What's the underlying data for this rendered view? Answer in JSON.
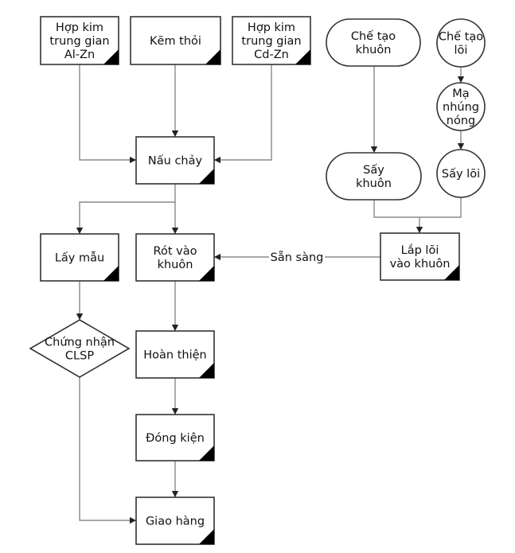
{
  "diagram": {
    "nodes": [
      {
        "id": "hop-kim-al-zn",
        "shape": "process",
        "lines": [
          "Hợp kim",
          "trung gian",
          "Al-Zn"
        ]
      },
      {
        "id": "kem-thoi",
        "shape": "process",
        "lines": [
          "Kẽm thỏi"
        ]
      },
      {
        "id": "hop-kim-cd-zn",
        "shape": "process",
        "lines": [
          "Hợp kim",
          "trung gian",
          "Cd-Zn"
        ]
      },
      {
        "id": "che-tao-khuon",
        "shape": "terminator",
        "lines": [
          "Chế tạo",
          "khuôn"
        ]
      },
      {
        "id": "che-tao-loi",
        "shape": "circle",
        "lines": [
          "Chế tạo",
          "lõi"
        ]
      },
      {
        "id": "ma-nhung-nong",
        "shape": "circle",
        "lines": [
          "Mạ",
          "nhúng",
          "nóng"
        ]
      },
      {
        "id": "nau-chay",
        "shape": "process",
        "lines": [
          "Nấu chảy"
        ]
      },
      {
        "id": "say-khuon",
        "shape": "terminator",
        "lines": [
          "Sấy",
          "khuôn"
        ]
      },
      {
        "id": "say-loi",
        "shape": "circle",
        "lines": [
          "Sấy lõi"
        ]
      },
      {
        "id": "lay-mau",
        "shape": "process",
        "lines": [
          "Lấy mẫu"
        ]
      },
      {
        "id": "rot-vao-khuon",
        "shape": "process",
        "lines": [
          "Rót vào",
          "khuôn"
        ]
      },
      {
        "id": "lap-loi-vao-khuon",
        "shape": "process",
        "lines": [
          "Lắp lõi",
          "vào khuôn"
        ]
      },
      {
        "id": "chung-nhan-clsp",
        "shape": "decision",
        "lines": [
          "Chứng nhận",
          "CLSP"
        ]
      },
      {
        "id": "hoan-thien",
        "shape": "process",
        "lines": [
          "Hoàn thiện"
        ]
      },
      {
        "id": "dong-kien",
        "shape": "process",
        "lines": [
          "Đóng kiện"
        ]
      },
      {
        "id": "giao-hang",
        "shape": "process",
        "lines": [
          "Giao hàng"
        ]
      }
    ],
    "edges": [
      {
        "from": "hop-kim-al-zn",
        "to": "nau-chay",
        "label": ""
      },
      {
        "from": "kem-thoi",
        "to": "nau-chay",
        "label": ""
      },
      {
        "from": "hop-kim-cd-zn",
        "to": "nau-chay",
        "label": ""
      },
      {
        "from": "che-tao-khuon",
        "to": "say-khuon",
        "label": ""
      },
      {
        "from": "che-tao-loi",
        "to": "ma-nhung-nong",
        "label": ""
      },
      {
        "from": "ma-nhung-nong",
        "to": "say-loi",
        "label": ""
      },
      {
        "from": "say-khuon",
        "to": "lap-loi-vao-khuon",
        "label": ""
      },
      {
        "from": "say-loi",
        "to": "lap-loi-vao-khuon",
        "label": ""
      },
      {
        "from": "nau-chay",
        "to": "lay-mau",
        "label": ""
      },
      {
        "from": "nau-chay",
        "to": "rot-vao-khuon",
        "label": ""
      },
      {
        "from": "lap-loi-vao-khuon",
        "to": "rot-vao-khuon",
        "label": "Sẵn sàng"
      },
      {
        "from": "lay-mau",
        "to": "chung-nhan-clsp",
        "label": ""
      },
      {
        "from": "rot-vao-khuon",
        "to": "hoan-thien",
        "label": ""
      },
      {
        "from": "hoan-thien",
        "to": "dong-kien",
        "label": ""
      },
      {
        "from": "dong-kien",
        "to": "giao-hang",
        "label": ""
      },
      {
        "from": "chung-nhan-clsp",
        "to": "giao-hang",
        "label": ""
      }
    ]
  }
}
